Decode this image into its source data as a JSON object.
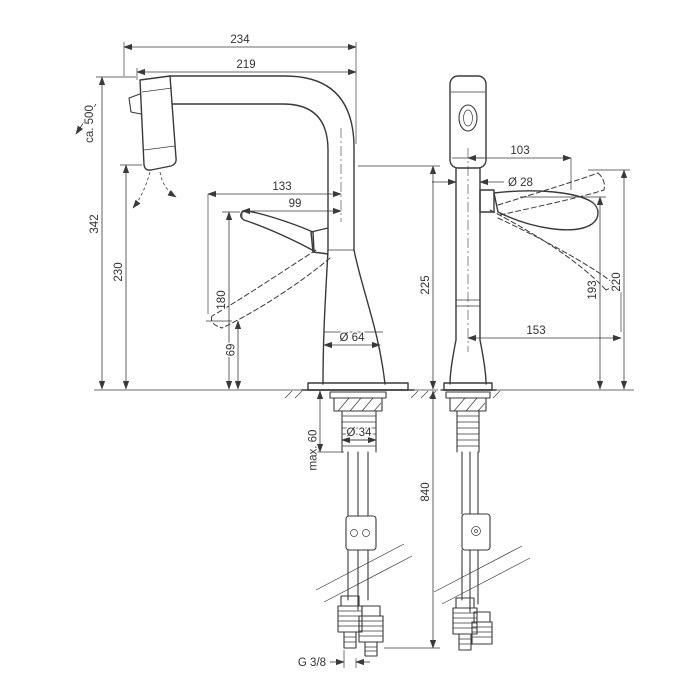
{
  "drawing": {
    "kind": "faucet installation dimension drawing",
    "colors": {
      "line": "#3a3a3a",
      "background": "#ffffff"
    }
  },
  "dims": {
    "left": {
      "d234": "234",
      "d219": "219",
      "ca500": "ca. 500",
      "d342": "342",
      "d230": "230",
      "d133": "133",
      "d99": "99",
      "d180": "180",
      "d69": "69",
      "d225": "225",
      "dia64": "Ø 64",
      "dia34": "Ø 34",
      "max60": "max. 60",
      "d840": "840",
      "g38": "G 3/8"
    },
    "right": {
      "d103": "103",
      "dia28": "Ø 28",
      "d193": "193",
      "d220": "220",
      "d153": "153"
    }
  }
}
